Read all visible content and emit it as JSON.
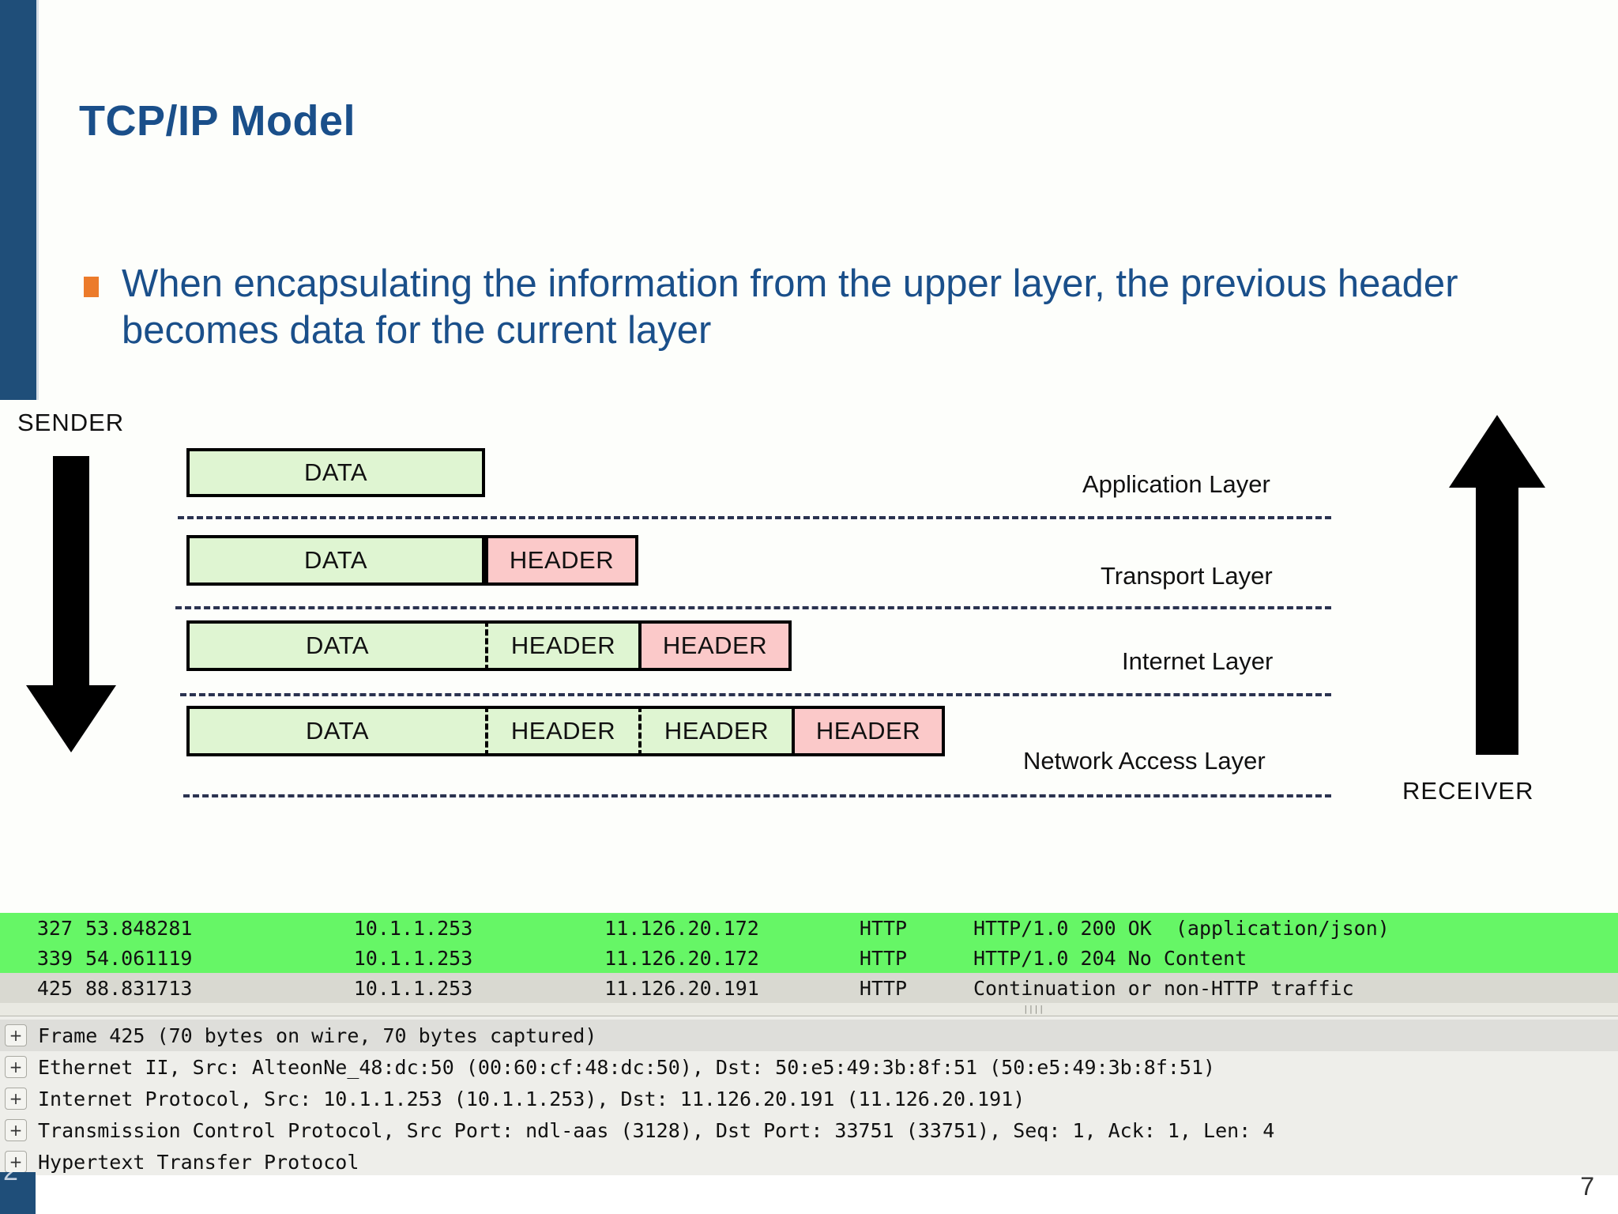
{
  "slide": {
    "title": "TCP/IP Model",
    "page_number": "7",
    "accent_color": "#1f4e79",
    "title_color": "#1a4f8a",
    "bullet_marker_color": "#ec7b2b",
    "bullet": "When encapsulating the information from the upper layer, the previous header becomes data for the current layer"
  },
  "diagram": {
    "sender_label": "SENDER",
    "receiver_label": "RECEIVER",
    "data_label": "DATA",
    "header_label": "HEADER",
    "green_color": "#dff5d2",
    "pink_color": "#fbc9c9",
    "layers": [
      {
        "name": "Application Layer",
        "cells": [
          {
            "text": "DATA",
            "fill": "green",
            "divider": "solid"
          }
        ]
      },
      {
        "name": "Transport Layer",
        "cells": [
          {
            "text": "DATA",
            "fill": "green",
            "divider": "solid"
          },
          {
            "text": "HEADER",
            "fill": "pink",
            "divider": "solid"
          }
        ]
      },
      {
        "name": "Internet Layer",
        "cells": [
          {
            "text": "DATA",
            "fill": "green",
            "divider": "solid"
          },
          {
            "text": "HEADER",
            "fill": "green",
            "divider": "dashed"
          },
          {
            "text": "HEADER",
            "fill": "pink",
            "divider": "solid"
          }
        ]
      },
      {
        "name": "Network Access Layer",
        "cells": [
          {
            "text": "DATA",
            "fill": "green",
            "divider": "solid"
          },
          {
            "text": "HEADER",
            "fill": "green",
            "divider": "dashed"
          },
          {
            "text": "HEADER",
            "fill": "green",
            "divider": "dashed"
          },
          {
            "text": "HEADER",
            "fill": "pink",
            "divider": "solid"
          }
        ]
      }
    ]
  },
  "wireshark": {
    "packets": [
      {
        "no": "327",
        "time": "53.848281",
        "source": "10.1.1.253",
        "destination": "11.126.20.172",
        "protocol": "HTTP",
        "info": "HTTP/1.0 200 OK  (application/json)",
        "highlight": "green"
      },
      {
        "no": "339",
        "time": "54.061119",
        "source": "10.1.1.253",
        "destination": "11.126.20.172",
        "protocol": "HTTP",
        "info": "HTTP/1.0 204 No Content",
        "highlight": "green"
      },
      {
        "no": "425",
        "time": "88.831713",
        "source": "10.1.1.253",
        "destination": "11.126.20.191",
        "protocol": "HTTP",
        "info": "Continuation or non-HTTP traffic",
        "highlight": "grey"
      }
    ],
    "details": [
      {
        "expander": "+",
        "text": "Frame 425 (70 bytes on wire, 70 bytes captured)",
        "selected": true
      },
      {
        "expander": "+",
        "text": "Ethernet II, Src: AlteonNe_48:dc:50 (00:60:cf:48:dc:50), Dst: 50:e5:49:3b:8f:51 (50:e5:49:3b:8f:51)",
        "selected": false
      },
      {
        "expander": "+",
        "text": "Internet Protocol, Src: 10.1.1.253 (10.1.1.253), Dst: 11.126.20.191 (11.126.20.191)",
        "selected": false
      },
      {
        "expander": "+",
        "text": "Transmission Control Protocol, Src Port: ndl-aas (3128), Dst Port: 33751 (33751), Seq: 1, Ack: 1, Len: 4",
        "selected": false
      },
      {
        "expander": "+",
        "text": "Hypertext Transfer Protocol",
        "selected": false
      }
    ]
  }
}
